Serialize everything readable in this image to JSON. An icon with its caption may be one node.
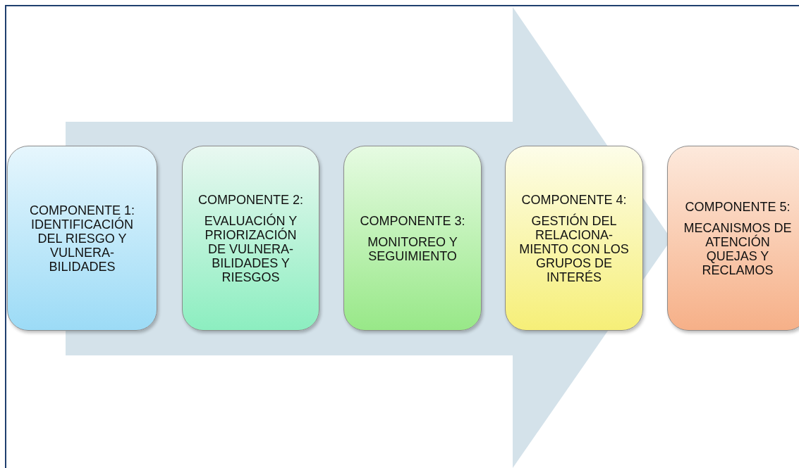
{
  "diagram": {
    "nodes": [
      {
        "text": [
          "COMPONENTE 1: IDENTIFICACIÓN DEL RIESGO Y VULNERA- BILIDADES"
        ]
      },
      {
        "text": [
          "COMPONENTE 2:",
          "EVALUACIÓN Y PRIORIZACIÓN DE VULNERA- BILIDADES Y RIESGOS"
        ]
      },
      {
        "text": [
          "COMPONENTE 3:",
          "MONITOREO Y SEGUIMIENTO"
        ]
      },
      {
        "text": [
          "COMPONENTE 4:",
          "GESTIÓN DEL RELACIONA- MIENTO CON LOS GRUPOS DE INTERÉS"
        ]
      },
      {
        "text": [
          "COMPONENTE 5:",
          "MECANISMOS DE ATENCIÓN QUEJAS Y RECLAMOS"
        ]
      }
    ],
    "edges": [
      {
        "from": 0,
        "to": 4,
        "arrow": "to"
      }
    ]
  }
}
